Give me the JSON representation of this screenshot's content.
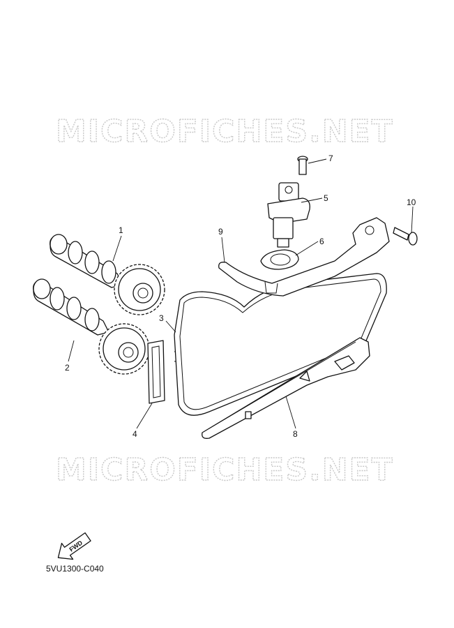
{
  "watermarks": [
    "MICROFICHES.NET",
    "MICROFICHES.NET"
  ],
  "callouts": {
    "p1": "1",
    "p2": "2",
    "p3": "3",
    "p4": "4",
    "p5": "5",
    "p6": "6",
    "p7": "7",
    "p8": "8",
    "p9": "9",
    "p10": "10"
  },
  "fwd_label": "FWD",
  "diagram_code": "5VU1300-C040"
}
